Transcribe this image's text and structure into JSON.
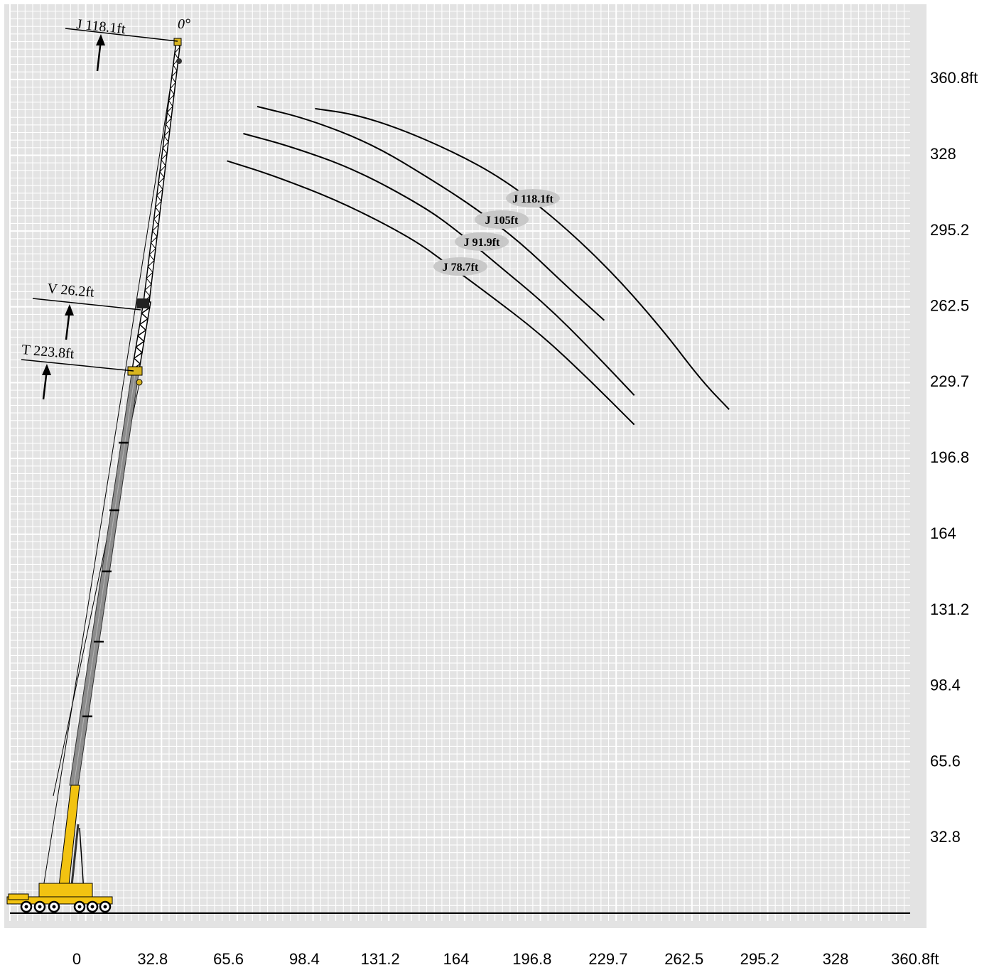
{
  "chart_data": {
    "type": "line",
    "title": "",
    "xlabel": "",
    "ylabel": "",
    "xlim": [
      -32.8,
      360.8
    ],
    "ylim": [
      -5,
      397
    ],
    "grid": true,
    "x_ticks": [
      "0",
      "32.8",
      "65.6",
      "98.4",
      "131.2",
      "164",
      "196.8",
      "229.7",
      "262.5",
      "295.2",
      "328",
      "360.8ft"
    ],
    "y_ticks": [
      "32.8",
      "65.6",
      "98.4",
      "131.2",
      "164",
      "196.8",
      "229.7",
      "262.5",
      "295.2",
      "328",
      "360.8ft"
    ],
    "series": [
      {
        "name": "J 118.1ft",
        "x": [
          103,
          120,
          140,
          163,
          183,
          205,
          230,
          253,
          270,
          282
        ],
        "y": [
          347.4,
          345,
          338.6,
          328.6,
          317.8,
          301.5,
          278.3,
          252.2,
          229.9,
          217.4
        ]
      },
      {
        "name": "J 105ft",
        "x": [
          78,
          100,
          128,
          155,
          173,
          192,
          212,
          228
        ],
        "y": [
          348.3,
          342.9,
          332,
          315.7,
          303.9,
          289.4,
          270.4,
          255.9
        ]
      },
      {
        "name": "J 91.9ft",
        "x": [
          72,
          92,
          120,
          150,
          165,
          181,
          203,
          223,
          241
        ],
        "y": [
          336.6,
          331.2,
          321.3,
          305.1,
          294.2,
          280.7,
          262.5,
          242.5,
          223.5
        ]
      },
      {
        "name": "J 78.7ft",
        "x": [
          65,
          85,
          115,
          145,
          160,
          176,
          200,
          221,
          241
        ],
        "y": [
          324.8,
          318.5,
          306.8,
          291.3,
          280.4,
          268.7,
          250.4,
          230.8,
          210.8
        ]
      }
    ],
    "annotations": {
      "boom_labels": [
        "J 118.1ft",
        "V 26.2ft",
        "T 223.8ft"
      ],
      "angle": "0°"
    }
  },
  "colors": {
    "frame": "#e3e3e3",
    "grid": "#ffffff",
    "boom_main": "#8c8c8c",
    "crane_yellow": "#f2c311",
    "label_pill": "#c8c8c8"
  }
}
